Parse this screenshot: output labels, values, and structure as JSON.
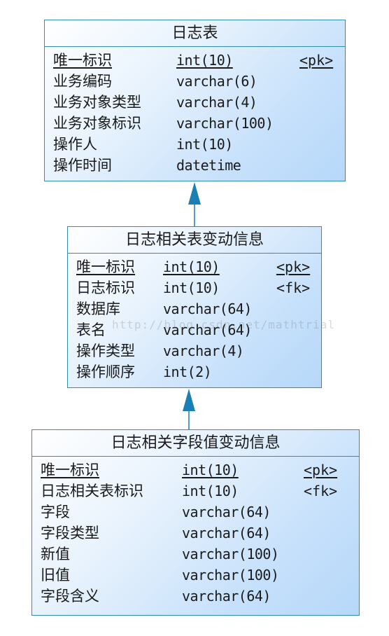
{
  "entities": [
    {
      "title": "日志表",
      "attributes": [
        {
          "name": "唯一标识",
          "type": "int(10)",
          "key": "<pk>"
        },
        {
          "name": "业务编码",
          "type": "varchar(6)",
          "key": ""
        },
        {
          "name": "业务对象类型",
          "type": "varchar(4)",
          "key": ""
        },
        {
          "name": "业务对象标识",
          "type": "varchar(100)",
          "key": ""
        },
        {
          "name": "操作人",
          "type": "int(10)",
          "key": ""
        },
        {
          "name": "操作时间",
          "type": "datetime",
          "key": ""
        }
      ]
    },
    {
      "title": "日志相关表变动信息",
      "attributes": [
        {
          "name": "唯一标识",
          "type": "int(10)",
          "key": "<pk>"
        },
        {
          "name": "日志标识",
          "type": "int(10)",
          "key": "<fk>"
        },
        {
          "name": "数据库",
          "type": "varchar(64)",
          "key": ""
        },
        {
          "name": "表名",
          "type": "varchar(64)",
          "key": ""
        },
        {
          "name": "操作类型",
          "type": "varchar(4)",
          "key": ""
        },
        {
          "name": "操作顺序",
          "type": "int(2)",
          "key": ""
        }
      ]
    },
    {
      "title": "日志相关字段值变动信息",
      "attributes": [
        {
          "name": "唯一标识",
          "type": "int(10)",
          "key": "<pk>"
        },
        {
          "name": "日志相关表标识",
          "type": "int(10)",
          "key": "<fk>"
        },
        {
          "name": "字段",
          "type": "varchar(64)",
          "key": ""
        },
        {
          "name": "字段类型",
          "type": "varchar(64)",
          "key": ""
        },
        {
          "name": "新值",
          "type": "varchar(100)",
          "key": ""
        },
        {
          "name": "旧值",
          "type": "varchar(100)",
          "key": ""
        },
        {
          "name": "字段含义",
          "type": "varchar(64)",
          "key": ""
        }
      ]
    }
  ],
  "watermark": "http://blog.csdn.net/mathtrial",
  "colors": {
    "border": "#2f8fb0",
    "arrow": "#1a7fb5",
    "fill_light": "#ffffff",
    "fill_dark": "#b6d8f9"
  }
}
